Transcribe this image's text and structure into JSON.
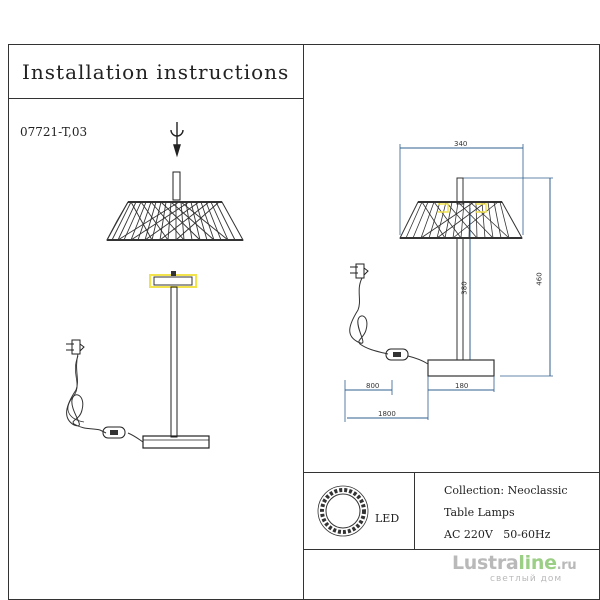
{
  "header": {
    "title": "Installation instructions",
    "model": "07721-T,03"
  },
  "dimensions": {
    "shade_width": "340",
    "total_height": "460",
    "stem_height": "380",
    "base_diameter": "180",
    "switch_cable": "800",
    "cable_length": "1800"
  },
  "info": {
    "collection": "Collection: Neoclassic",
    "category": "Table Lamps",
    "power": "AC 220V   50-60Hz",
    "light_source": "LED"
  },
  "watermark": {
    "brand_main": "Lustra",
    "brand_accent": "line",
    "brand_tld": ".ru",
    "tagline": "светлый дом"
  },
  "colors": {
    "line": "#333333",
    "dimension": "#2f5f8f",
    "highlight": "#f2e34d",
    "watermark_green": "#9ccf86"
  }
}
